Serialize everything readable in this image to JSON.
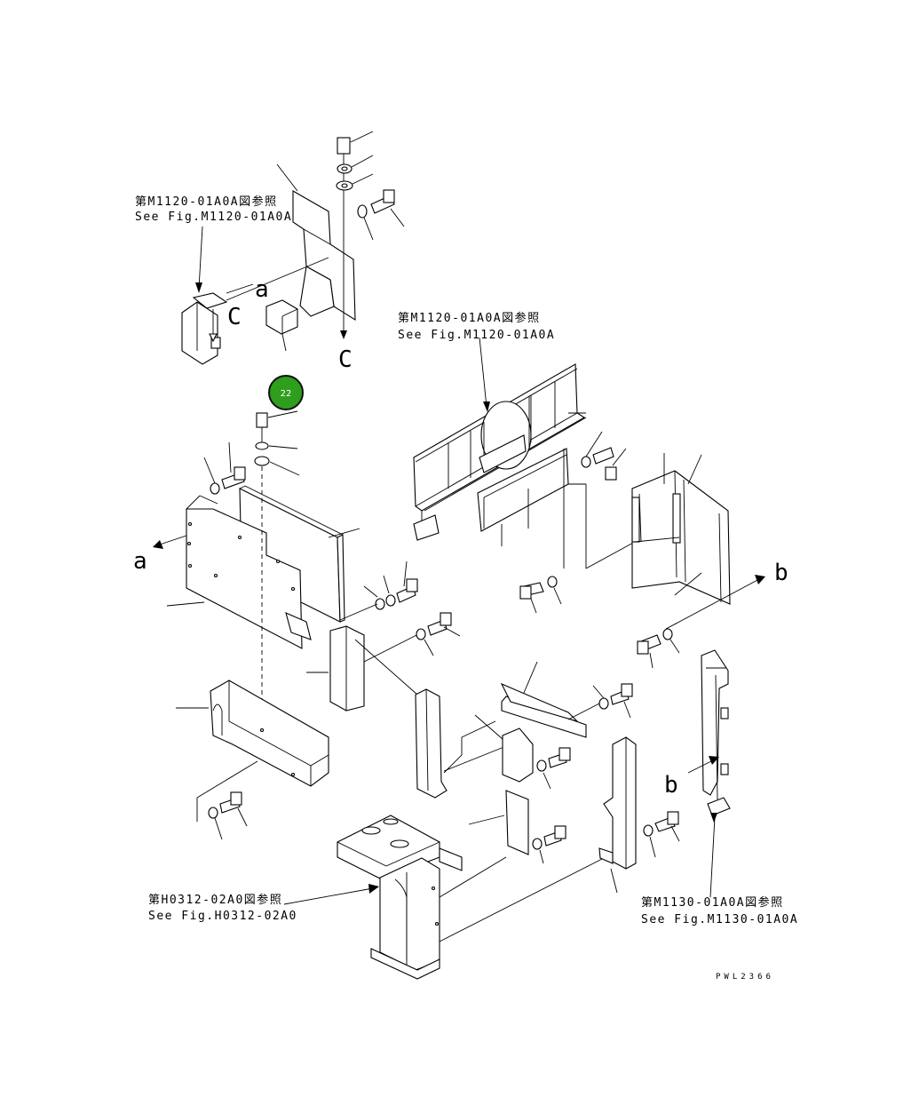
{
  "references": [
    {
      "jp": "第M1120-01A0A図参照",
      "en": "See Fig.M1120-01A0A"
    },
    {
      "jp": "第M1120-01A0A図参照",
      "en": "See Fig.M1120-01A0A"
    },
    {
      "jp": "第H0312-02A0図参照",
      "en": "See Fig.H0312-02A0"
    },
    {
      "jp": "第M1130-01A0A図参照",
      "en": "See Fig.M1130-01A0A"
    }
  ],
  "connection_letters": {
    "a1": "a",
    "a2": "a",
    "b1": "b",
    "b2": "b",
    "c1": "C",
    "c2": "C"
  },
  "callout_badge": {
    "number": "22",
    "color": "#2e9e1c",
    "border": "#111111"
  },
  "drawing_code": "PWL2366"
}
